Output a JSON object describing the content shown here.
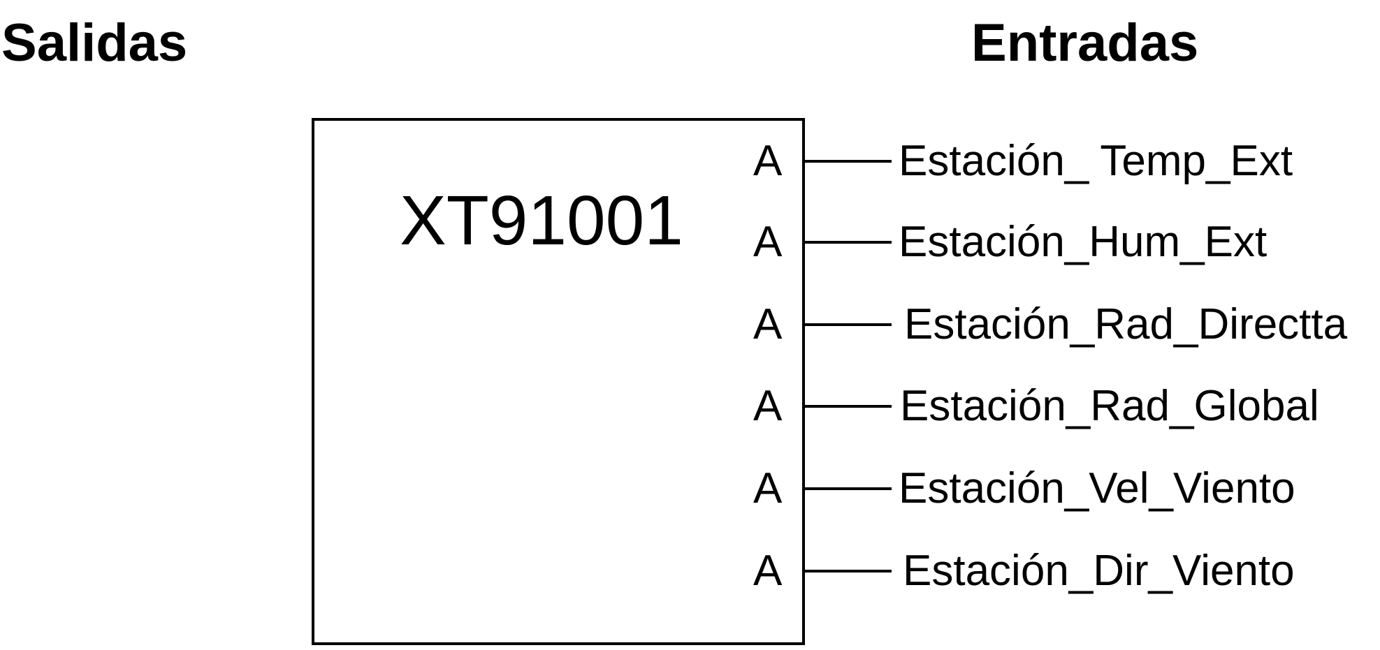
{
  "headings": {
    "outputs": "Salidas",
    "inputs": "Entradas"
  },
  "module": {
    "id": "XT91001"
  },
  "ports": [
    {
      "type": "A",
      "label": "Estación_ Temp_Ext"
    },
    {
      "type": "A",
      "label": "Estación_Hum_Ext"
    },
    {
      "type": "A",
      "label": "Estación_Rad_Directta"
    },
    {
      "type": "A",
      "label": "Estación_Rad_Global"
    },
    {
      "type": "A",
      "label": "Estación_Vel_Viento"
    },
    {
      "type": "A",
      "label": "Estación_Dir_Viento"
    }
  ],
  "colors": {
    "line": "#000000",
    "background": "#ffffff"
  }
}
